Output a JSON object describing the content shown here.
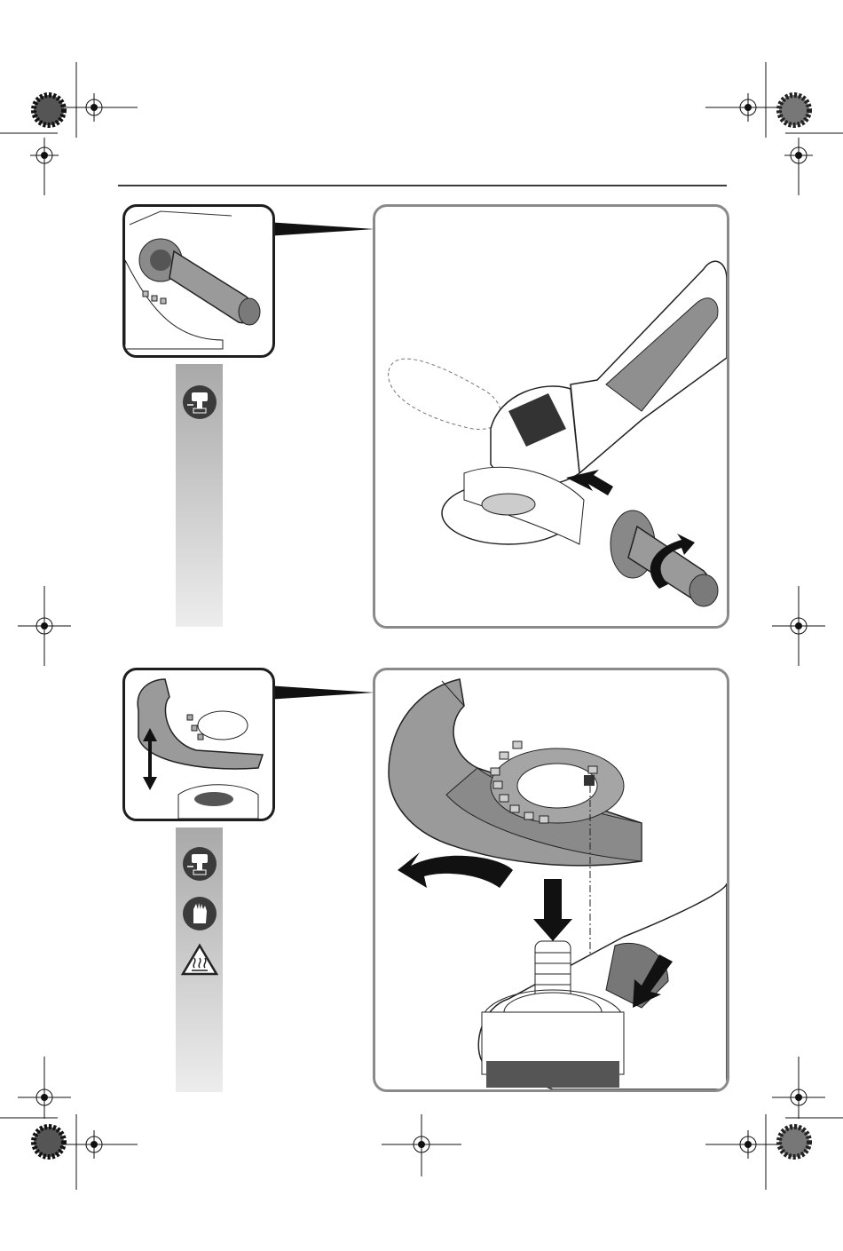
{
  "page": {
    "background": "#ffffff",
    "accent_gray": "#8a8a8a",
    "shield_gray": "#9a9a9a"
  },
  "figures": [
    {
      "id": "handle-mounting",
      "detail_icons": [
        "battery-removal-icon"
      ],
      "main_illustration": "angle-grinder-side-handle",
      "arrows": [
        "push-arrow",
        "rotate-arrow"
      ]
    },
    {
      "id": "guard-mounting",
      "detail_icons": [
        "battery-removal-icon",
        "gloves-icon",
        "hot-surface-warning-icon"
      ],
      "main_illustration": "protective-guard-on-spindle",
      "arrows": [
        "rotate-arrow",
        "down-arrow",
        "release-arrow"
      ]
    }
  ],
  "registration_marks": "crop-and-registration-marks"
}
